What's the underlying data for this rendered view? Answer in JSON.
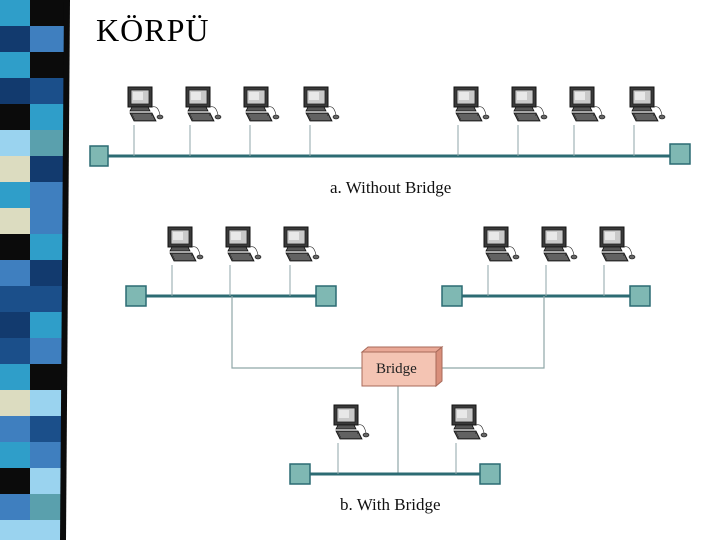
{
  "slide": {
    "title": "KÖRPÜ"
  },
  "diagram": {
    "caption_without": "a. Without Bridge",
    "caption_with": "b. With Bridge",
    "bridge_label": "Bridge",
    "colors": {
      "line": "#2c6b73",
      "terminator": "#7fb8b3",
      "drop": "#8fa6a8",
      "bridge_fill": "#f4c4b3",
      "bridge_stroke": "#a86a5a"
    },
    "stripe_colors": [
      "#123a6e",
      "#3f7fbf",
      "#9ad3ef",
      "#2f9ec9",
      "#0b0b0b",
      "#dcdcc0",
      "#5aa0ad",
      "#1b4f8a"
    ]
  }
}
